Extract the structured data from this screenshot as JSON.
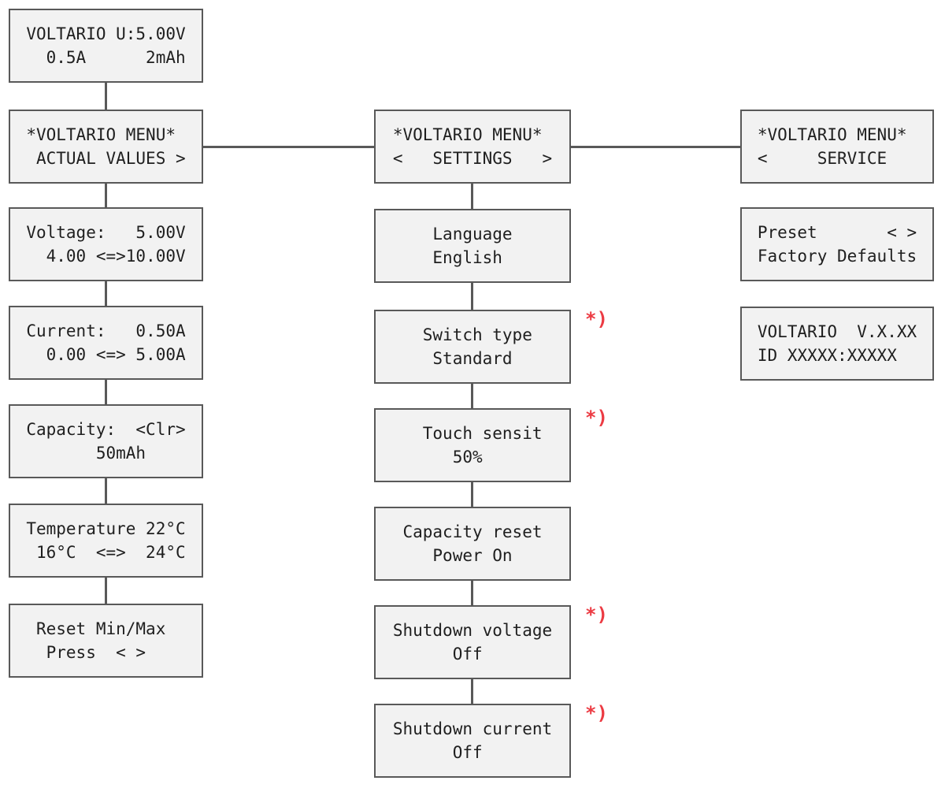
{
  "colors": {
    "fill": "#f2f2f2",
    "border": "#595959",
    "line": "#595959",
    "text": "#1f1f1f",
    "note": "#ec3b43"
  },
  "note": {
    "label": "*)"
  },
  "device": "VOLTARIO",
  "columns": {
    "left": "ACTUAL VALUES",
    "middle": "SETTINGS",
    "right": "SERVICE"
  },
  "boxes": [
    {
      "id": "main-screen",
      "column": "left",
      "lines": [
        "VOLTARIO U:5.00V",
        "  0.5A      2mAh"
      ],
      "note": false
    },
    {
      "id": "menu-actual-values",
      "column": "left",
      "lines": [
        "*VOLTARIO MENU* ",
        " ACTUAL VALUES >"
      ],
      "note": false
    },
    {
      "id": "voltage",
      "column": "left",
      "lines": [
        "Voltage:   5.00V",
        "  4.00 <=>10.00V"
      ],
      "note": false
    },
    {
      "id": "current",
      "column": "left",
      "lines": [
        "Current:   0.50A",
        "  0.00 <=> 5.00A"
      ],
      "note": false
    },
    {
      "id": "capacity",
      "column": "left",
      "lines": [
        "Capacity:  <Clr>",
        "       50mAh    "
      ],
      "note": false
    },
    {
      "id": "temperature",
      "column": "left",
      "lines": [
        "Temperature 22°C",
        " 16°C  <=>  24°C"
      ],
      "note": false
    },
    {
      "id": "reset-min-max",
      "column": "left",
      "lines": [
        " Reset Min/Max  ",
        "  Press  < >    "
      ],
      "note": false
    },
    {
      "id": "menu-settings",
      "column": "middle",
      "lines": [
        "*VOLTARIO MENU* ",
        "<   SETTINGS   >"
      ],
      "note": false
    },
    {
      "id": "language",
      "column": "middle",
      "lines": [
        "    Language    ",
        "    English     "
      ],
      "note": false
    },
    {
      "id": "switch-type",
      "column": "middle",
      "lines": [
        "   Switch type  ",
        "    Standard    "
      ],
      "note": true
    },
    {
      "id": "touch-sensitivity",
      "column": "middle",
      "lines": [
        "   Touch sensit ",
        "      50%       "
      ],
      "note": true
    },
    {
      "id": "capacity-reset",
      "column": "middle",
      "lines": [
        " Capacity reset ",
        "    Power On    "
      ],
      "note": false
    },
    {
      "id": "shutdown-voltage",
      "column": "middle",
      "lines": [
        "Shutdown voltage",
        "      Off       "
      ],
      "note": true
    },
    {
      "id": "shutdown-current",
      "column": "middle",
      "lines": [
        "Shutdown current",
        "      Off       "
      ],
      "note": true
    },
    {
      "id": "menu-service",
      "column": "right",
      "lines": [
        "*VOLTARIO MENU* ",
        "<     SERVICE   "
      ],
      "note": false
    },
    {
      "id": "preset-defaults",
      "column": "right",
      "lines": [
        "Preset       < >",
        "Factory Defaults"
      ],
      "note": false
    },
    {
      "id": "version-id",
      "column": "right",
      "lines": [
        "VOLTARIO  V.X.XX",
        "ID XXXXX:XXXXX  "
      ],
      "note": false
    }
  ]
}
